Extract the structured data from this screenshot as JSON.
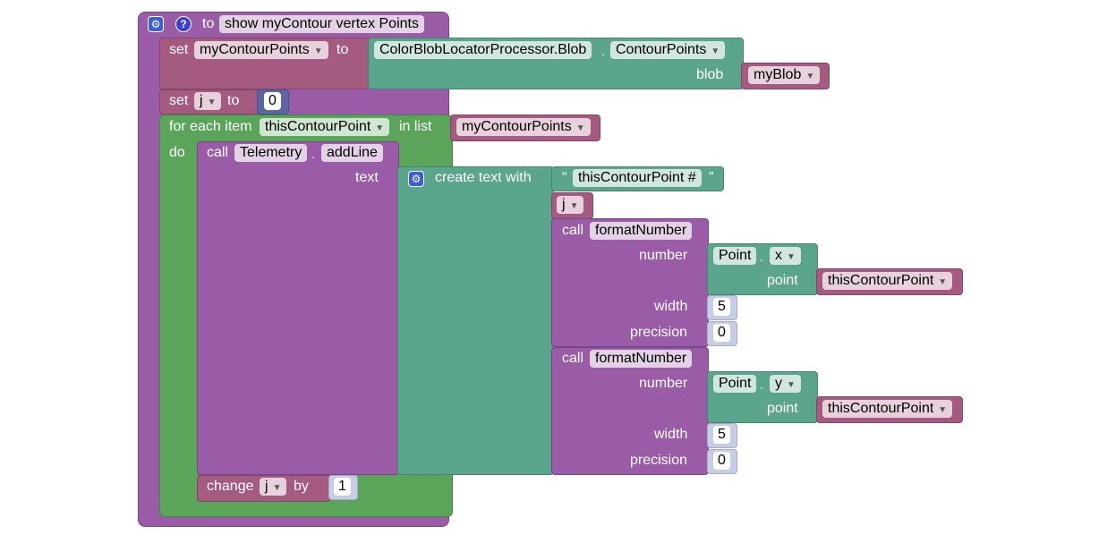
{
  "header": {
    "to_label": "to",
    "function_name": "show myContour vertex Points"
  },
  "set1": {
    "set_label": "set",
    "var_name": "myContourPoints",
    "to_label": "to",
    "class_name": "ColorBlobLocatorProcessor.Blob",
    "getter_name": "ContourPoints",
    "param_label": "blob",
    "param_var": "myBlob"
  },
  "set2": {
    "set_label": "set",
    "var_name": "j",
    "to_label": "to",
    "value": "0"
  },
  "foreach": {
    "label": "for each item",
    "item_var": "thisContourPoint",
    "in_list_label": "in list",
    "list_var": "myContourPoints",
    "do_label": "do"
  },
  "telemetry": {
    "call_label": "call",
    "class_name": "Telemetry",
    "method_name": "addLine",
    "text_label": "text"
  },
  "create_text": {
    "label": "create text with",
    "string_open_quote": "“",
    "string_value": "thisContourPoint #",
    "string_close_quote": "”",
    "j_var": "j"
  },
  "format1": {
    "call_label": "call",
    "method_name": "formatNumber",
    "number_label": "number",
    "point_class": "Point",
    "point_field": "x",
    "point_label": "point",
    "point_var": "thisContourPoint",
    "width_label": "width",
    "width_value": "5",
    "precision_label": "precision",
    "precision_value": "0"
  },
  "format2": {
    "call_label": "call",
    "method_name": "formatNumber",
    "number_label": "number",
    "point_class": "Point",
    "point_field": "y",
    "point_label": "point",
    "point_var": "thisContourPoint",
    "width_label": "width",
    "width_value": "5",
    "precision_label": "precision",
    "precision_value": "0"
  },
  "change": {
    "label": "change",
    "var_name": "j",
    "by_label": "by",
    "value": "1"
  },
  "icons": {
    "gear": "gear-icon",
    "help": "help-icon",
    "dropdown": "chevron-down-icon"
  },
  "colors": {
    "procedure": "#9a5ca6",
    "variable": "#a55b80",
    "java": "#5ba58c",
    "loop": "#5ba55b",
    "math": "#5b67a5"
  }
}
